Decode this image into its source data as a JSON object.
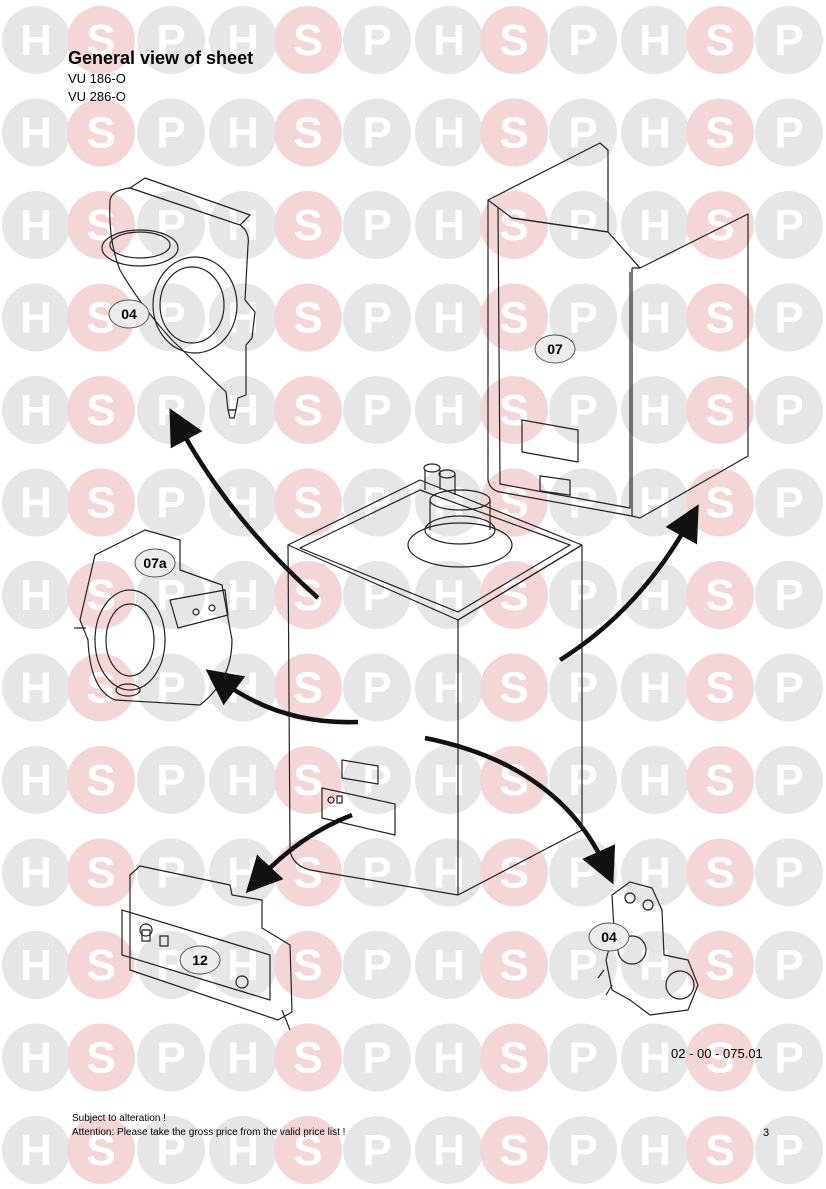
{
  "header": {
    "title": "General view of sheet",
    "models": [
      "VU 186-O",
      "VU 286-O"
    ]
  },
  "watermark": {
    "letters": [
      "H",
      "S",
      "P"
    ],
    "color_h": "#e6e6e6",
    "color_s": "#f5d6d6"
  },
  "parts": [
    {
      "ref": "04"
    },
    {
      "ref": "07"
    },
    {
      "ref": "07a"
    },
    {
      "ref": "12"
    },
    {
      "ref": "04"
    }
  ],
  "drawing_number": "02 - 00 - 075.01",
  "footer": {
    "line1": "Subject to alteration !",
    "line2": "Attention: Please take the gross price from the valid price list !",
    "page": "3"
  }
}
